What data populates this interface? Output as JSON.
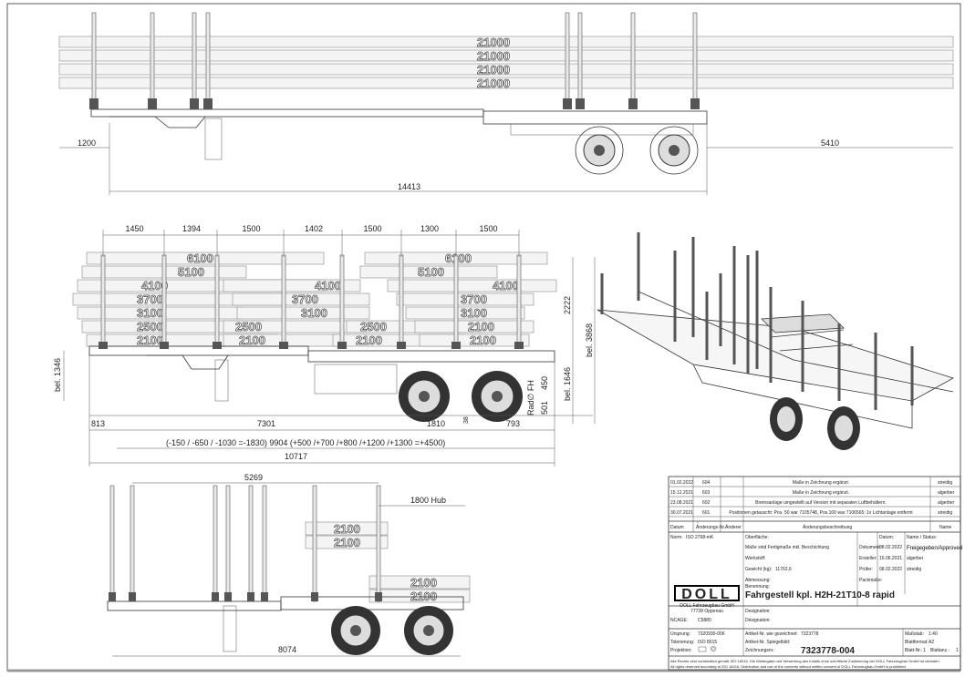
{
  "top_view": {
    "log_labels": [
      "21000",
      "21000",
      "21000",
      "21000"
    ],
    "dims": {
      "front_overhang": "1200",
      "rear_overhang": "5410",
      "length": "14413"
    }
  },
  "side_view": {
    "stake_spacing": [
      "1450",
      "1394",
      "1500",
      "1402",
      "1500",
      "1300",
      "1500"
    ],
    "log_labels": [
      "6100",
      "5100",
      "4100",
      "3700",
      "3100",
      "2500",
      "2100",
      "2500",
      "2100",
      "4100",
      "3700",
      "3100",
      "2100",
      "6100",
      "5100",
      "4100",
      "3700",
      "3100",
      "2500",
      "2100"
    ],
    "dims": {
      "stake_height": "2222",
      "total_height": "bel. 3868",
      "frame_height": "bel. 1646",
      "fifth_wheel": "bel. 1346",
      "rad_label": "Rad∅ FH",
      "rad_top": "450",
      "rad_bottom": "501",
      "axle_offset": "38",
      "front": "813",
      "wheelbase": "7301",
      "axle_spread": "1810",
      "rear": "793",
      "extension": "(-150  /  -650  /  -1030  =-1830)      9904      (+500  /+700  /+800  /+1200  /+1300  =+4500)",
      "overall": "10717"
    }
  },
  "bottom_view": {
    "log_labels": [
      "2100",
      "2100",
      "2100",
      "2100"
    ],
    "dims": {
      "stake_span": "5269",
      "hub": "1800  Hub",
      "length": "8074"
    }
  },
  "title_block": {
    "revisions": [
      {
        "date": "01.02.2022",
        "no": "604",
        "desc": "Maße in Zeichnung ergänzt.",
        "name": "streidig"
      },
      {
        "date": "15.12.2021",
        "no": "603",
        "desc": "Maße in Zeichnung ergänzt.",
        "name": "algerber"
      },
      {
        "date": "23.08.2021",
        "no": "602",
        "desc": "Bremsanlage umgestellt auf Version mit separaten Luftbehältern.",
        "name": "algerber"
      },
      {
        "date": "30.07.2021",
        "no": "601",
        "desc": "Positionen getauscht: Pos. 50 war 7105748, Pos.100 war 7106565; 1x Lichtanlage entfernt",
        "name": "streidig"
      }
    ],
    "rev_header": {
      "date": "Datum",
      "no": "Änderungs-Nr.",
      "by": "Änderer",
      "desc": "Änderungsbeschreibung",
      "name": "Name",
      "dash": "-"
    },
    "norm_label": "Norm:",
    "norm": "ISO 2768-mK",
    "surface_label": "Oberfläche:",
    "dims_label": "Maße sind Fertigmaße inkl. Beschichtung",
    "material_label": "Werkstoff:",
    "weight_label": "Gewicht (kg):",
    "weight": "11762,6",
    "size_label": "Abmessung:",
    "doc_label": "Dokument:",
    "doc_date": "08.02.2022",
    "doc_status": "Freigegeben/Approved",
    "created_label": "Ersteller:",
    "created_date": "15.06.2021",
    "created_by": "algerber",
    "checked_label": "Prüfer:",
    "checked_date": "08.02.2022",
    "checked_by": "streidig",
    "pack_label": "Packmaße:",
    "date_col": "Datum:",
    "name_col": "Name / Status:",
    "logo": "DOLL",
    "company": "DOLL Fahrzeugbau GmbH",
    "city": "77728 Oppenau",
    "title_label": "Benennung:",
    "title": "Fahrgestell kpl. H2H-21T10-8 rapid",
    "designation_label": "Designation:",
    "designation2_label": "Désignation:",
    "ncage_label": "NCAGE:",
    "ncage": "C5880",
    "origin_label": "Ursprung:",
    "origin": "7320930-006",
    "tolerance_label": "Tolerierung:",
    "tolerance": "ISO 8015",
    "projection_label": "Projektion:",
    "article_label": "Artikel-Nr. wie gezeichnet:",
    "article": "7323778",
    "mirror_label": "Artikel-Nr. Spiegelbild:",
    "drawing_label": "Zeichnungsnr.:",
    "drawing_no": "7323778-004",
    "scale_label": "Maßstab:",
    "scale": "1:40",
    "format_label": "Blattformat:",
    "format": "A2",
    "sheet_label": "Blatt-Nr.:",
    "sheet": "1",
    "sheets_label": "Blattanz.:",
    "sheets": "1",
    "copyright": "Alle Rechte sind vorbehalten gemäß ISO 16016. Die Weitergabe und Verwertung des Inhalts ohne schriftliche Zustimmung der DOLL Fahrzeugbau GmbH ist verboten.",
    "copyright2": "All rights reserved according to ISO 16016. Distribution and use of the contents without written consent of DOLL Fahrzeugbau GmbH is prohibited."
  }
}
